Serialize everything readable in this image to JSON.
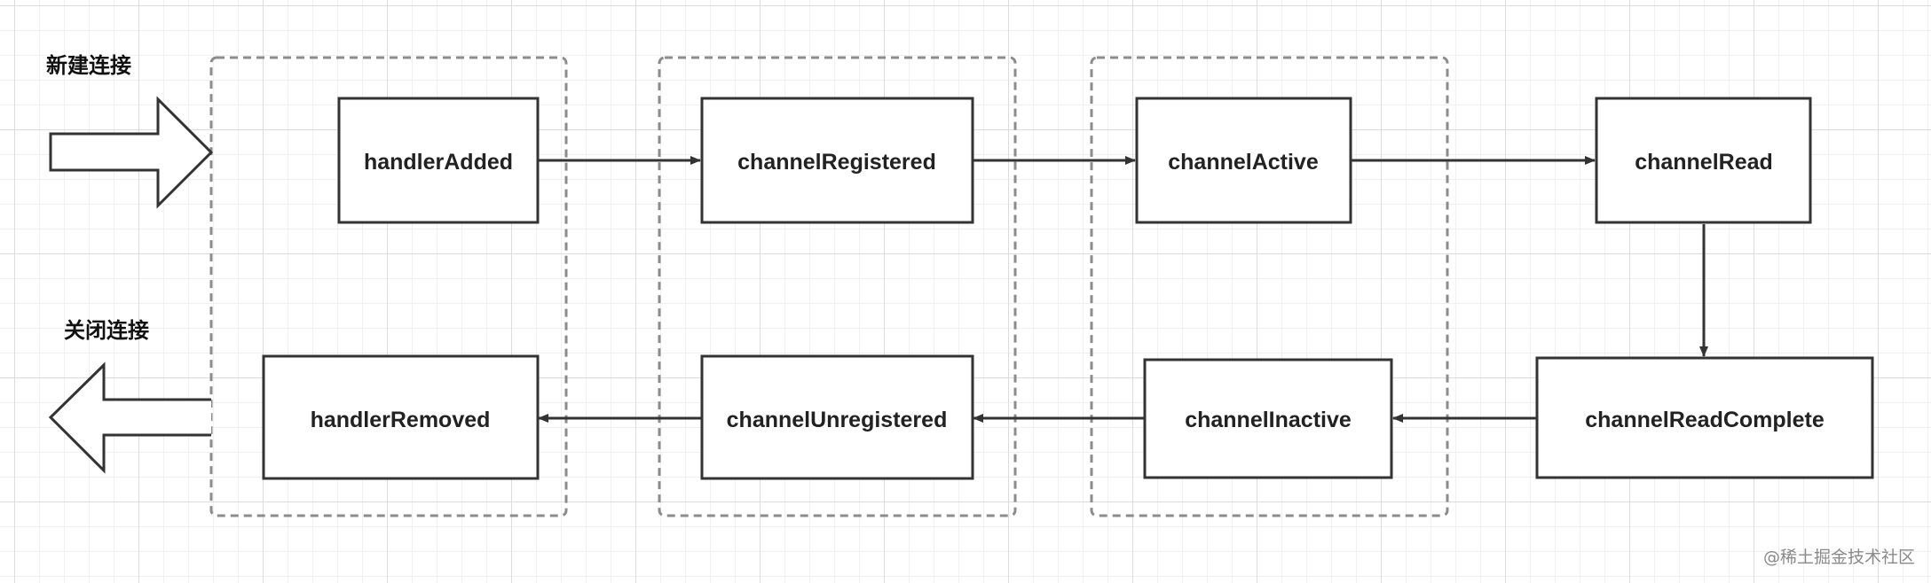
{
  "labels": {
    "new_connection": "新建连接",
    "close_connection": "关闭连接"
  },
  "nodes": {
    "handler_added": "handlerAdded",
    "channel_registered": "channelRegistered",
    "channel_active": "channelActive",
    "channel_read": "channelRead",
    "channel_read_complete": "channelReadComplete",
    "channel_inactive": "channelInactive",
    "channel_unregistered": "channelUnregistered",
    "handler_removed": "handlerRemoved"
  },
  "watermark": "@稀土掘金技术社区",
  "colors": {
    "stroke": "#333333",
    "group_border": "#8c8c8c",
    "grid": "#dcdcdc"
  }
}
